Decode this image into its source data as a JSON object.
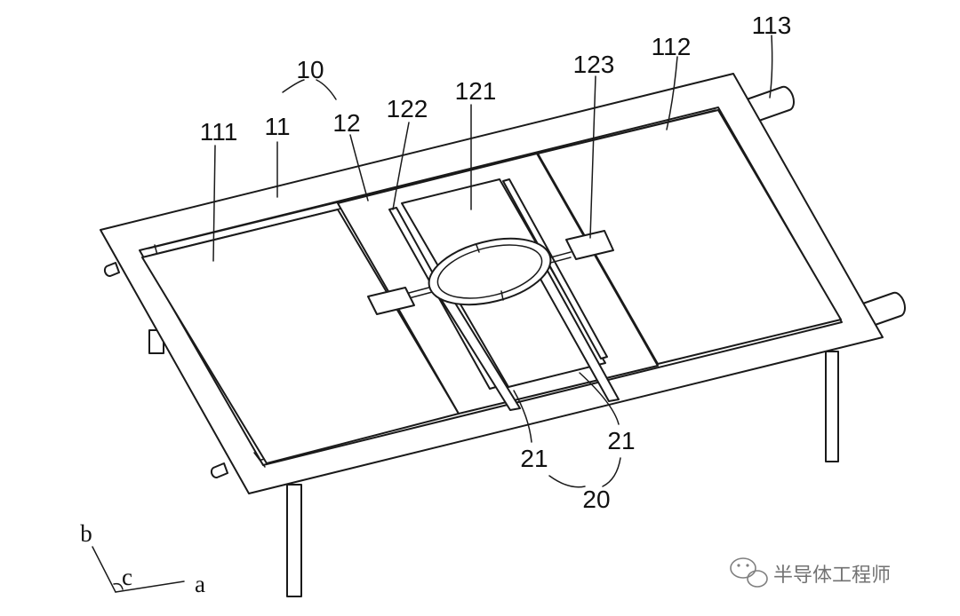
{
  "labels": {
    "l10": "10",
    "l11": "11",
    "l12": "12",
    "l111": "111",
    "l112": "112",
    "l113": "113",
    "l121": "121",
    "l122": "122",
    "l123": "123",
    "l21a": "21",
    "l21b": "21",
    "l20": "20"
  },
  "axes": {
    "a": "a",
    "b": "b",
    "c": "c"
  },
  "watermark": {
    "text": "半导体工程师",
    "icon": "wechat-icon"
  }
}
